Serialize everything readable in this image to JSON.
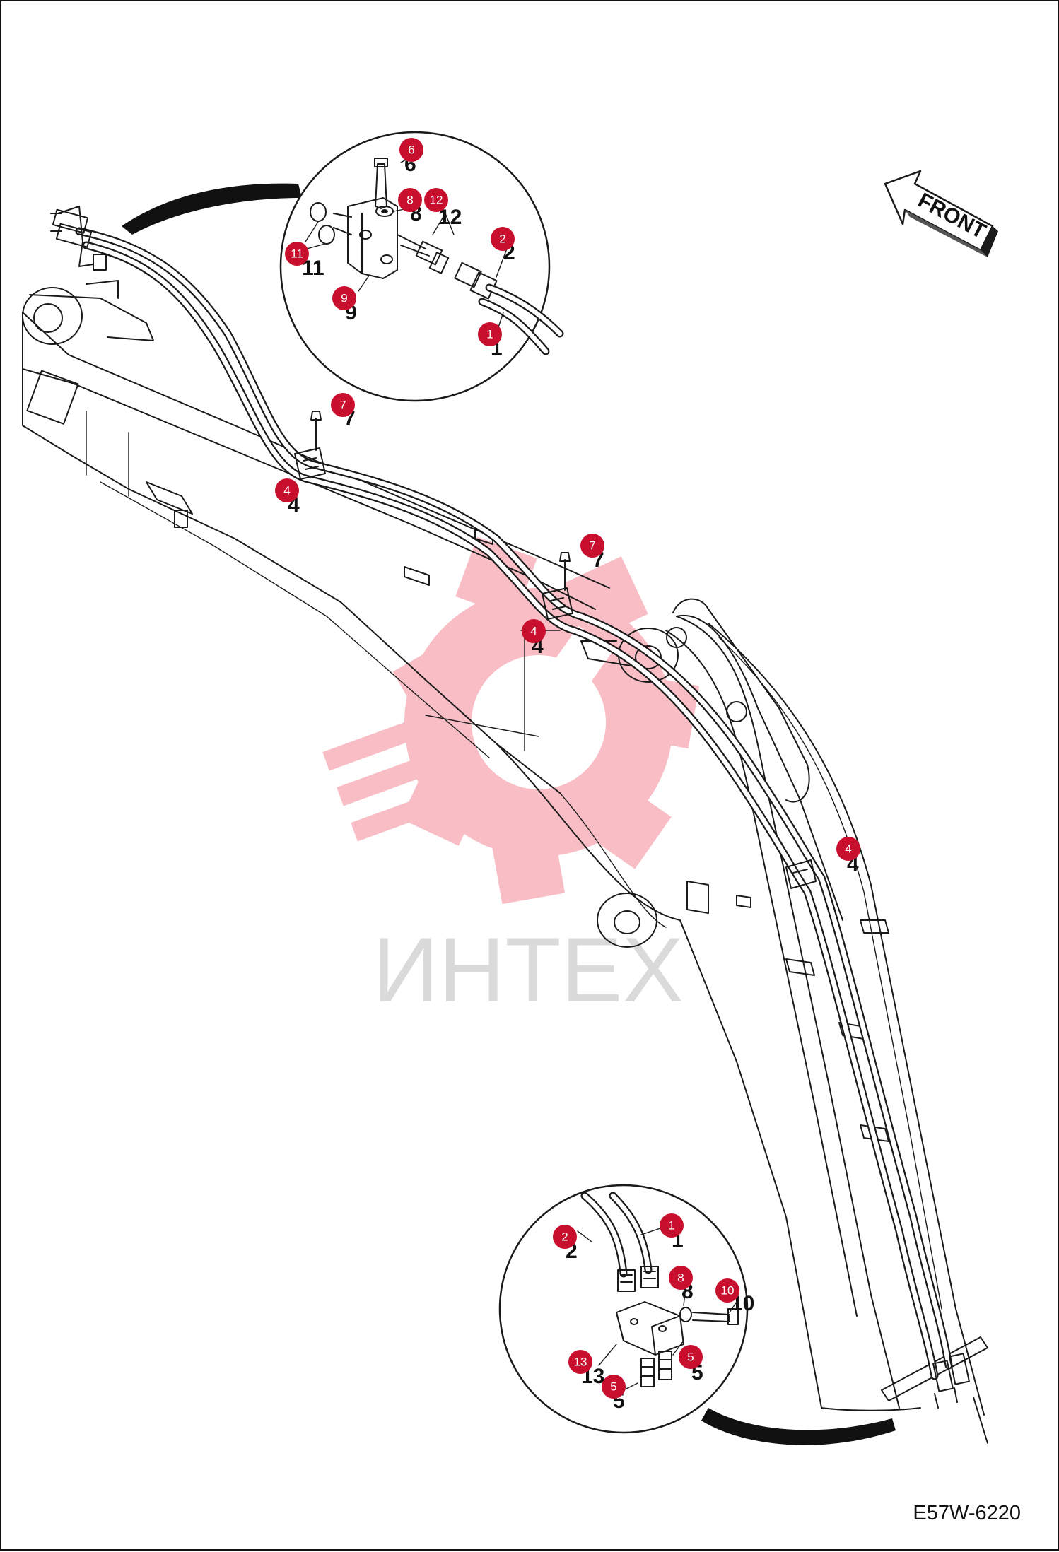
{
  "drawing": {
    "code": "E57W-6220",
    "front_label": "FRONT",
    "watermark": "ИНТЕХ"
  },
  "callouts": [
    {
      "id": "c-top-6",
      "label": "6"
    },
    {
      "id": "c-top-8",
      "label": "8"
    },
    {
      "id": "c-top-12",
      "label": "12"
    },
    {
      "id": "c-top-2",
      "label": "2"
    },
    {
      "id": "c-top-11",
      "label": "11"
    },
    {
      "id": "c-top-9",
      "label": "9"
    },
    {
      "id": "c-top-1",
      "label": "1"
    },
    {
      "id": "c-7a",
      "label": "7"
    },
    {
      "id": "c-4a",
      "label": "4"
    },
    {
      "id": "c-7b",
      "label": "7"
    },
    {
      "id": "c-4b",
      "label": "4"
    },
    {
      "id": "c-4c",
      "label": "4"
    },
    {
      "id": "c-bot-2",
      "label": "2"
    },
    {
      "id": "c-bot-1",
      "label": "1"
    },
    {
      "id": "c-bot-8",
      "label": "8"
    },
    {
      "id": "c-bot-10",
      "label": "10"
    },
    {
      "id": "c-bot-5a",
      "label": "5"
    },
    {
      "id": "c-bot-13",
      "label": "13"
    },
    {
      "id": "c-bot-5b",
      "label": "5"
    }
  ],
  "part_numbers": [
    {
      "id": "n-top-6",
      "label": "6"
    },
    {
      "id": "n-top-8",
      "label": "8"
    },
    {
      "id": "n-top-12",
      "label": "12"
    },
    {
      "id": "n-top-2",
      "label": "2"
    },
    {
      "id": "n-top-11",
      "label": "11"
    },
    {
      "id": "n-top-9",
      "label": "9"
    },
    {
      "id": "n-top-1",
      "label": "1"
    },
    {
      "id": "n-7a",
      "label": "7"
    },
    {
      "id": "n-4a",
      "label": "4"
    },
    {
      "id": "n-7b",
      "label": "7"
    },
    {
      "id": "n-4b",
      "label": "4"
    },
    {
      "id": "n-4c",
      "label": "4"
    },
    {
      "id": "n-bot-2",
      "label": "2"
    },
    {
      "id": "n-bot-1",
      "label": "1"
    },
    {
      "id": "n-bot-8",
      "label": "8"
    },
    {
      "id": "n-bot-10",
      "label": "10"
    },
    {
      "id": "n-bot-5a",
      "label": "5"
    },
    {
      "id": "n-bot-13",
      "label": "13"
    },
    {
      "id": "n-bot-5b",
      "label": "5"
    }
  ]
}
